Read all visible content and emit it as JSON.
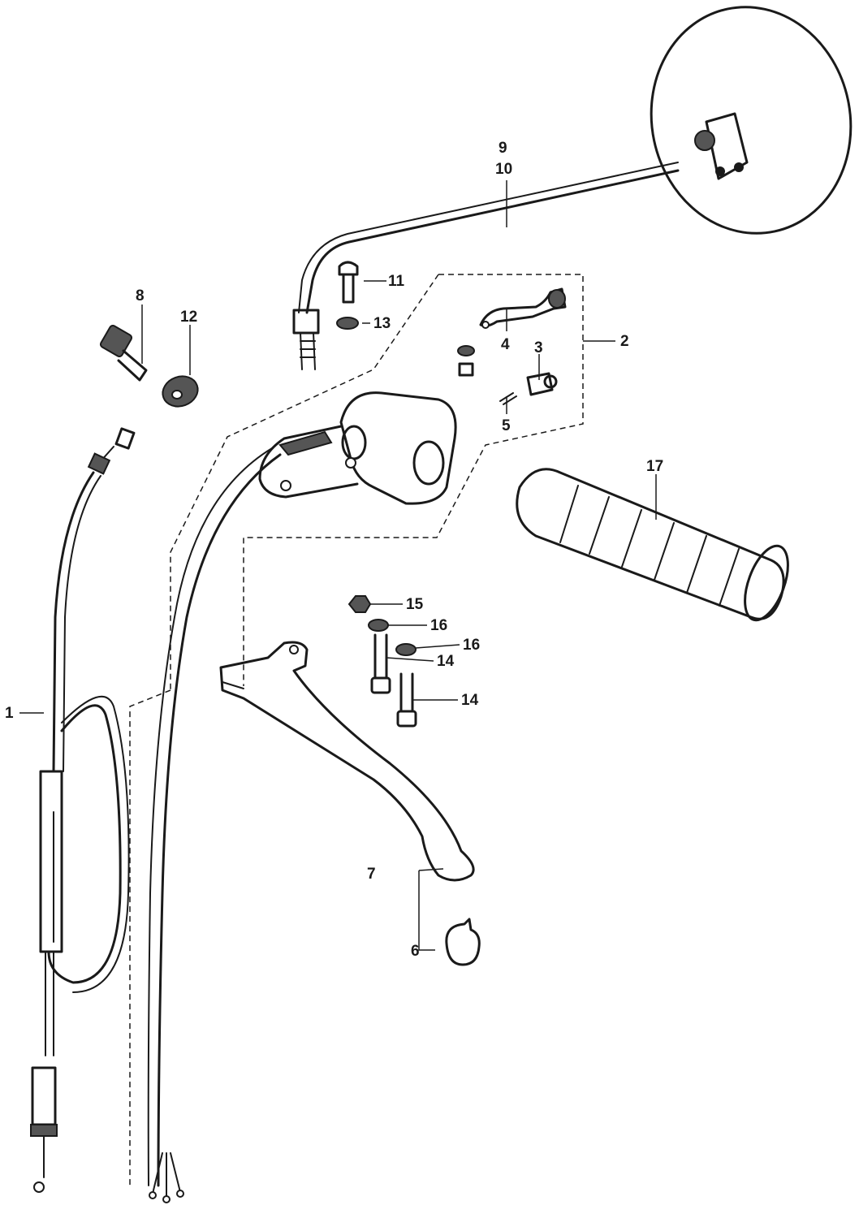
{
  "callouts": {
    "c1": "1",
    "c2": "2",
    "c3": "3",
    "c4": "4",
    "c5": "5",
    "c6": "6",
    "c7": "7",
    "c8": "8",
    "c9": "9",
    "c10": "10",
    "c11": "11",
    "c12": "12",
    "c13": "13",
    "c14a": "14",
    "c14b": "14",
    "c15": "15",
    "c16a": "16",
    "c16b": "16",
    "c17": "17"
  }
}
